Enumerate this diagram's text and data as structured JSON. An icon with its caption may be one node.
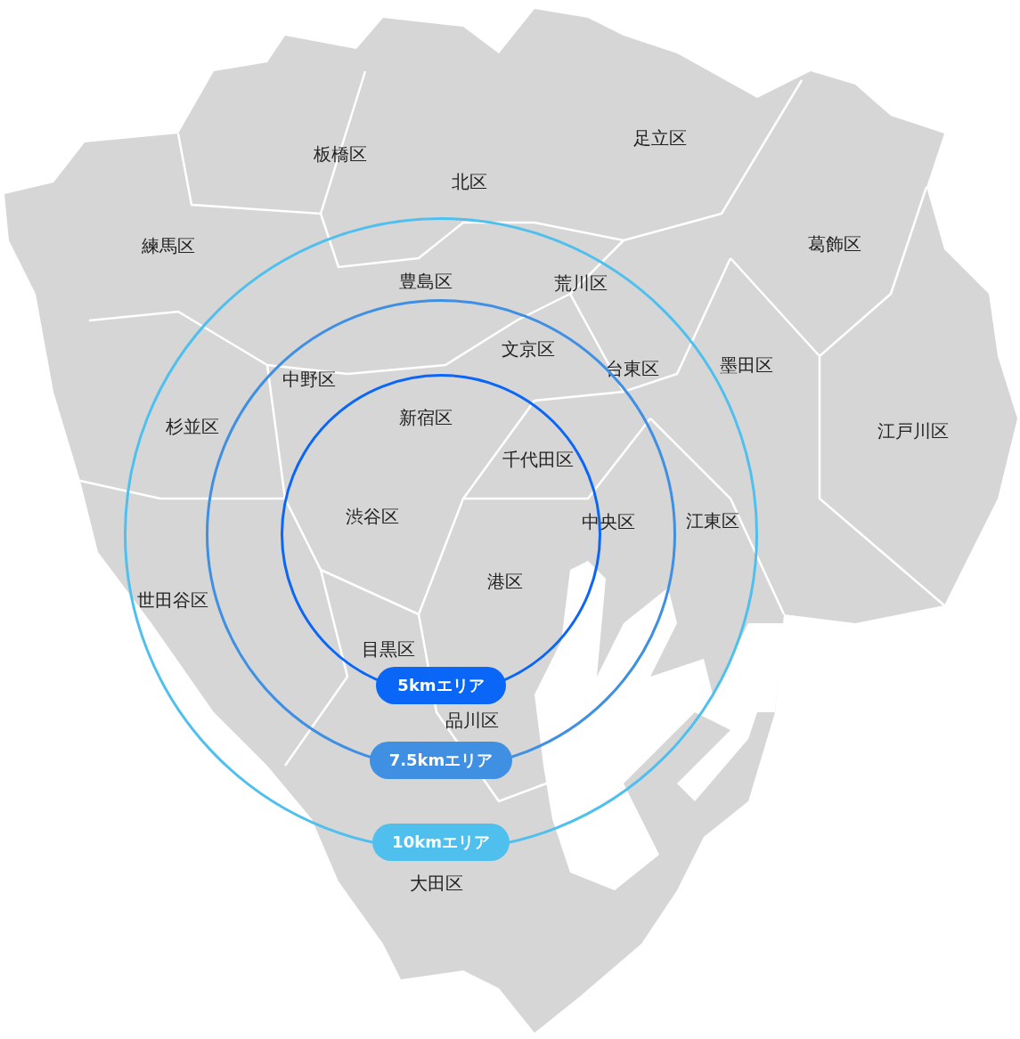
{
  "diagram": {
    "nodes": [
      {
        "text": [
          "10kmエリア"
        ]
      },
      {
        "text": [
          "7.5kmエリア"
        ],
        "in": 0
      },
      {
        "text": [
          "5kmエリア"
        ],
        "in": 1
      }
    ],
    "labels": [
      "足立区",
      "板橋区",
      "北区",
      "練馬区",
      "葛飾区",
      "荒川区",
      "豊島区",
      "文京区",
      "墨田区",
      "台東区",
      "中野区",
      "新宿区",
      "杉並区",
      "江戸川区",
      "千代田区",
      "渋谷区",
      "江東区",
      "中央区",
      "港区",
      "世田谷区",
      "目黒区",
      "品川区",
      "大田区"
    ]
  }
}
